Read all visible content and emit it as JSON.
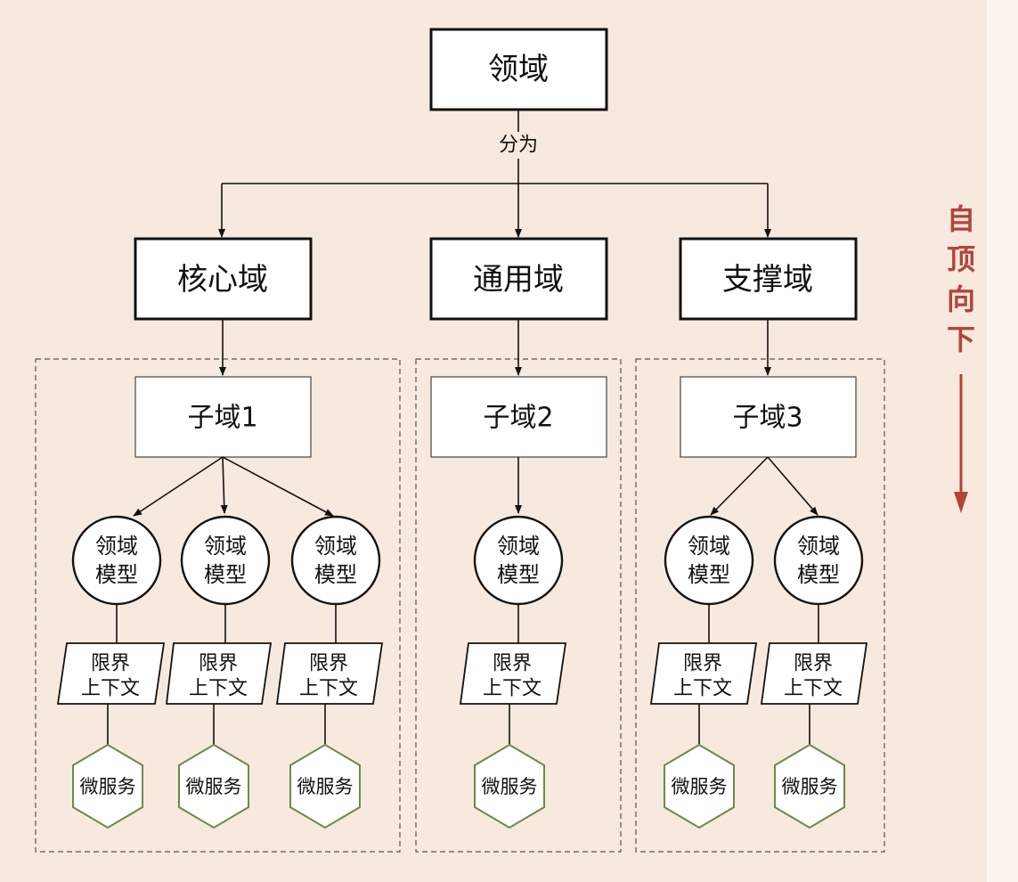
{
  "root": {
    "label": "领域",
    "edge_label": "分为"
  },
  "domains": [
    {
      "label": "核心域",
      "subdomain": "子域1",
      "model_count": 3
    },
    {
      "label": "通用域",
      "subdomain": "子域2",
      "model_count": 1
    },
    {
      "label": "支撑域",
      "subdomain": "子域3",
      "model_count": 2
    }
  ],
  "model": {
    "line1": "领域",
    "line2": "模型"
  },
  "context": {
    "line1": "限界",
    "line2": "上下文"
  },
  "service": {
    "label": "微服务"
  },
  "side_text": [
    "自",
    "顶",
    "向",
    "下"
  ],
  "colors": {
    "background": "#f7e9dd",
    "node_fill": "#ffffff",
    "stroke": "#111111",
    "hexagon_stroke": "#6a8a4a",
    "side_text": "#b2443a"
  }
}
